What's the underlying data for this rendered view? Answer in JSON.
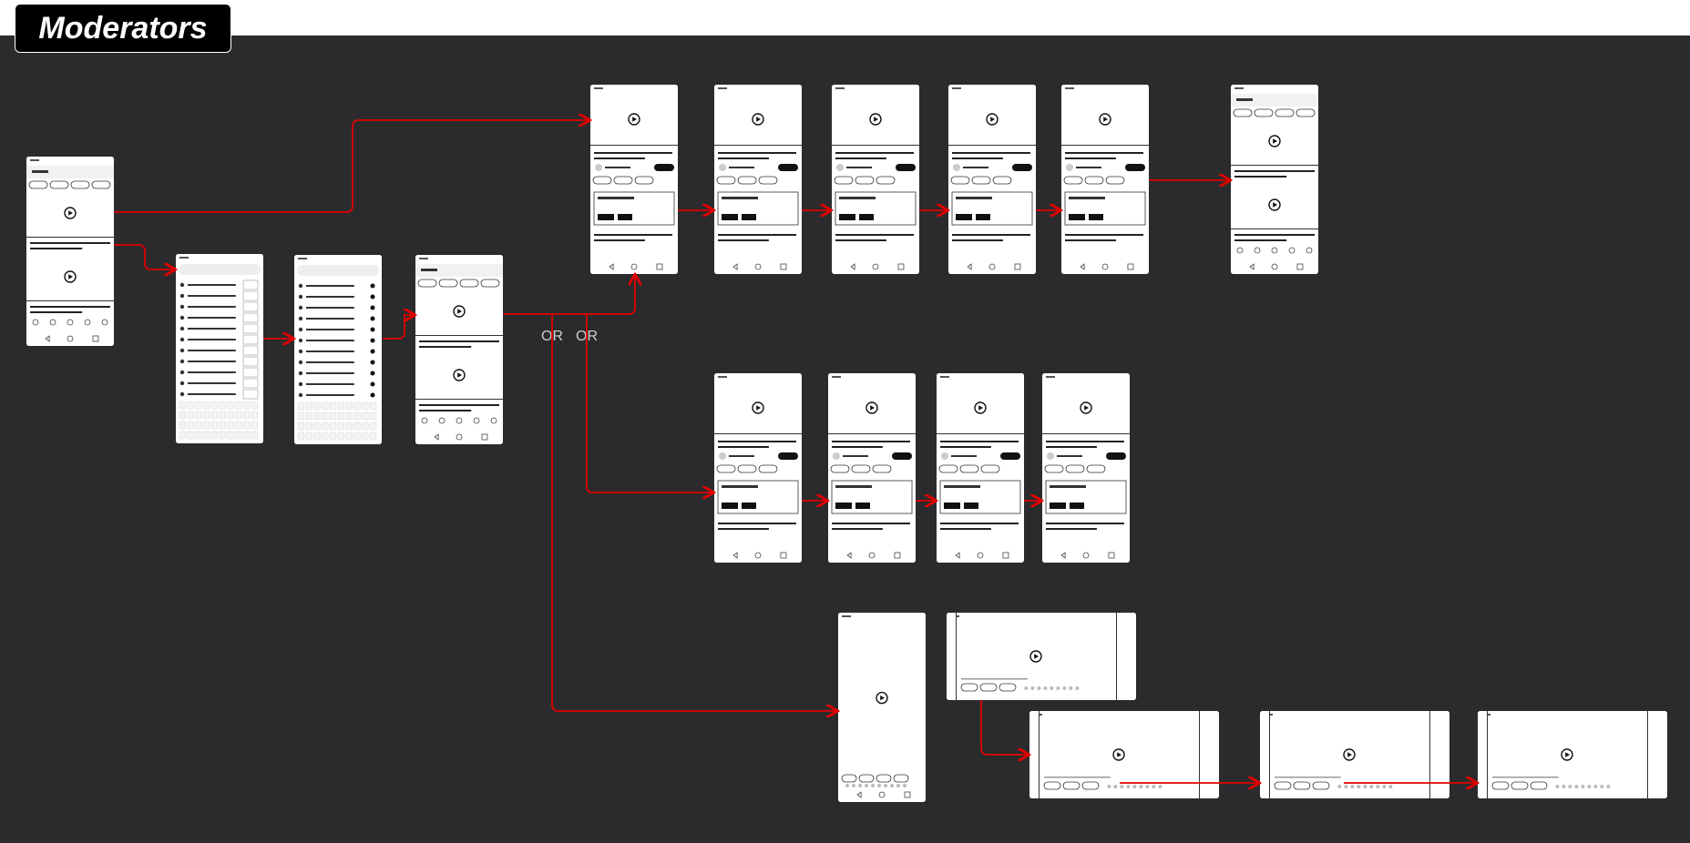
{
  "title": "Moderators",
  "colors": {
    "board": "#2b2b2d",
    "arrow": "#e00000",
    "screen": "#ffffff",
    "ink": "#111111"
  },
  "labels": {
    "or_first": "OR",
    "or_second": "OR"
  },
  "icons": [
    "play-icon",
    "back-nav-icon",
    "home-nav-icon",
    "recents-nav-icon"
  ]
}
